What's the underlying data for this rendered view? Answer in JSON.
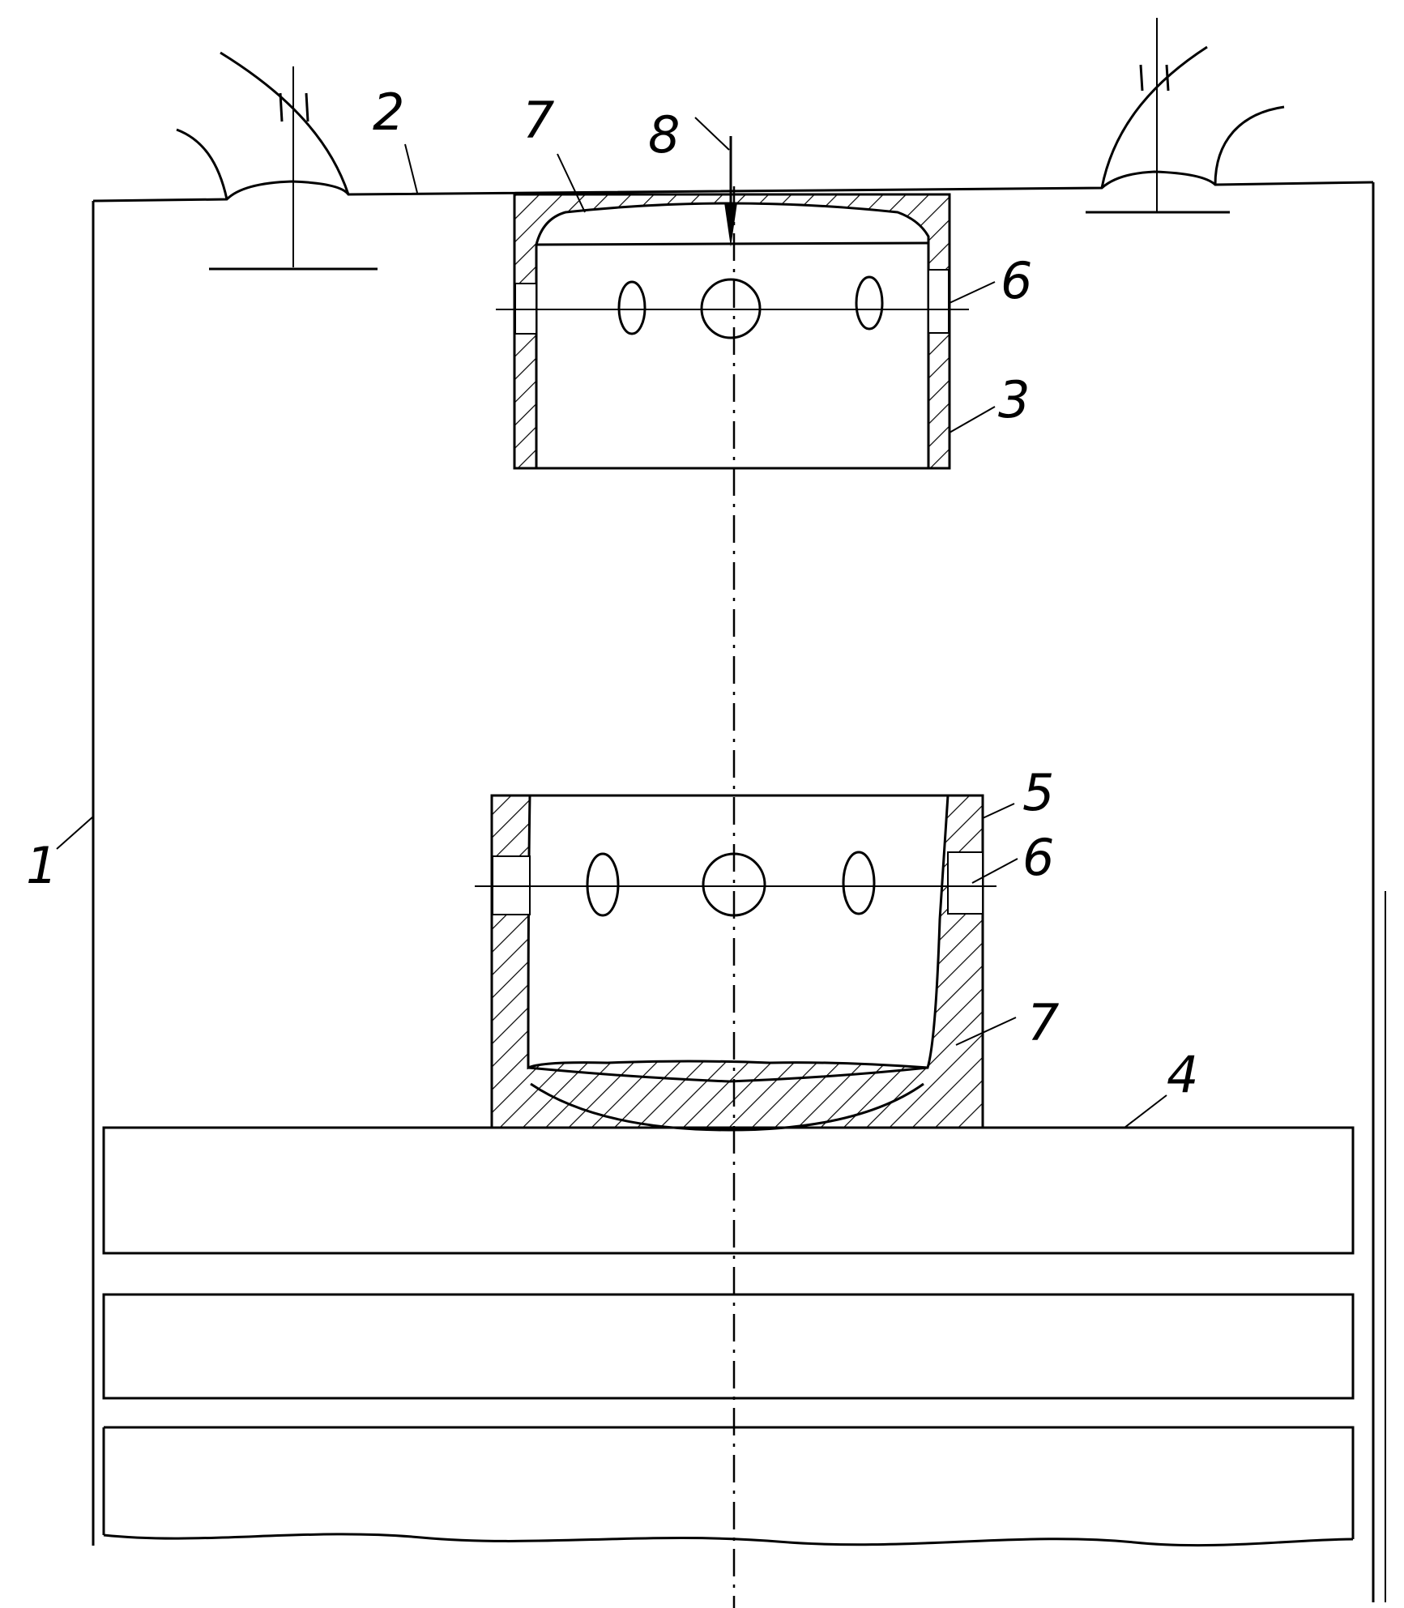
{
  "figure": {
    "labels": {
      "housing": "1",
      "top_surface": "2",
      "upper_cup": "3",
      "base_plate": "4",
      "lower_cup": "5",
      "hole_upper": "6",
      "hole_lower": "6",
      "wall_upper": "7",
      "wall_lower": "7",
      "force_arrow": "8"
    }
  }
}
